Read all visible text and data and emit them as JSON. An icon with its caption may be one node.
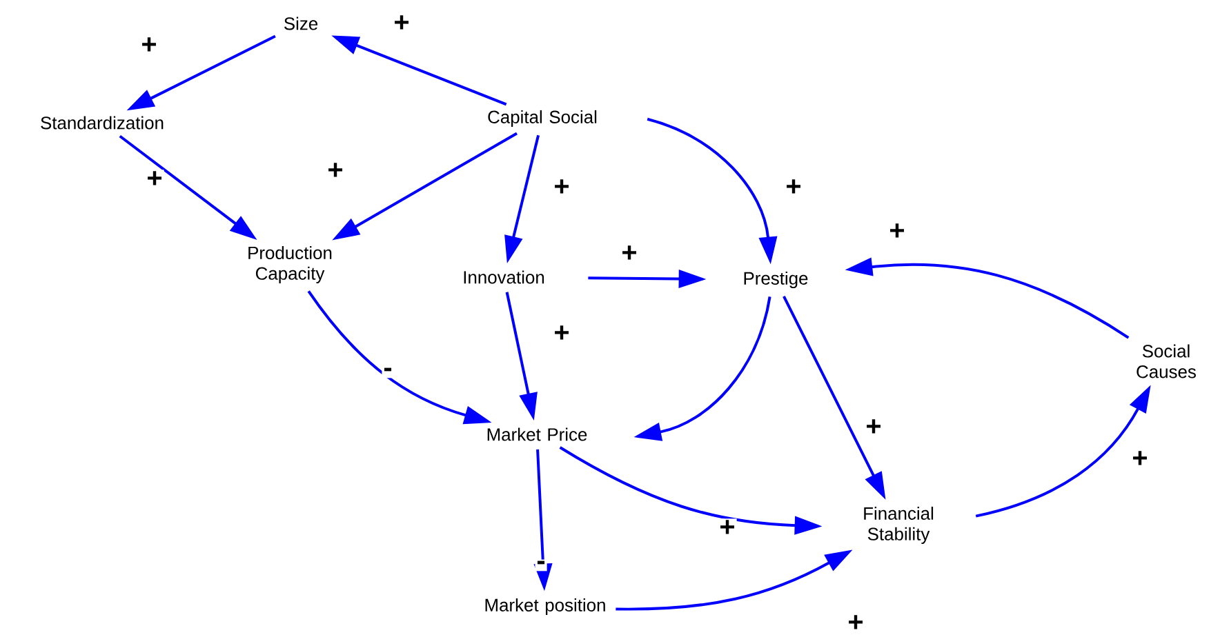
{
  "diagram": {
    "nodes": [
      {
        "text": [
          "Size"
        ]
      },
      {
        "text": [
          "Standardization"
        ]
      },
      {
        "text": [
          "Capital Social"
        ]
      },
      {
        "text": [
          "Production Capacity"
        ]
      },
      {
        "text": [
          "Innovation"
        ]
      },
      {
        "text": [
          "Prestige"
        ]
      },
      {
        "text": [
          "Social Causes"
        ]
      },
      {
        "text": [
          "Market Price"
        ]
      },
      {
        "text": [
          "Financial Stability"
        ]
      },
      {
        "text": [
          "Market position"
        ]
      }
    ],
    "edges": [
      {
        "from": 2,
        "to": 0,
        "arrow": "to",
        "label": "+"
      },
      {
        "from": 0,
        "to": 1,
        "arrow": "to",
        "label": "+"
      },
      {
        "from": 1,
        "to": 3,
        "arrow": "to",
        "label": "+"
      },
      {
        "from": 2,
        "to": 3,
        "arrow": "to",
        "label": "+"
      },
      {
        "from": 2,
        "to": 4,
        "arrow": "to",
        "label": "+"
      },
      {
        "from": 2,
        "to": 5,
        "arrow": "to",
        "label": "+"
      },
      {
        "from": 4,
        "to": 5,
        "arrow": "to",
        "label": "+"
      },
      {
        "from": 4,
        "to": 7,
        "arrow": "to",
        "label": "+"
      },
      {
        "from": 3,
        "to": 7,
        "arrow": "to",
        "label": "-"
      },
      {
        "from": 5,
        "to": 7,
        "arrow": "to"
      },
      {
        "from": 5,
        "to": 8,
        "arrow": "to",
        "label": "+"
      },
      {
        "from": 6,
        "to": 5,
        "arrow": "to",
        "label": "+"
      },
      {
        "from": 7,
        "to": 8,
        "arrow": "to",
        "label": "+"
      },
      {
        "from": 8,
        "to": 6,
        "arrow": "to",
        "label": "+"
      },
      {
        "from": 7,
        "to": 9,
        "arrow": "to",
        "label": "-"
      },
      {
        "from": 9,
        "to": 8,
        "arrow": "to",
        "label": "+"
      }
    ]
  }
}
